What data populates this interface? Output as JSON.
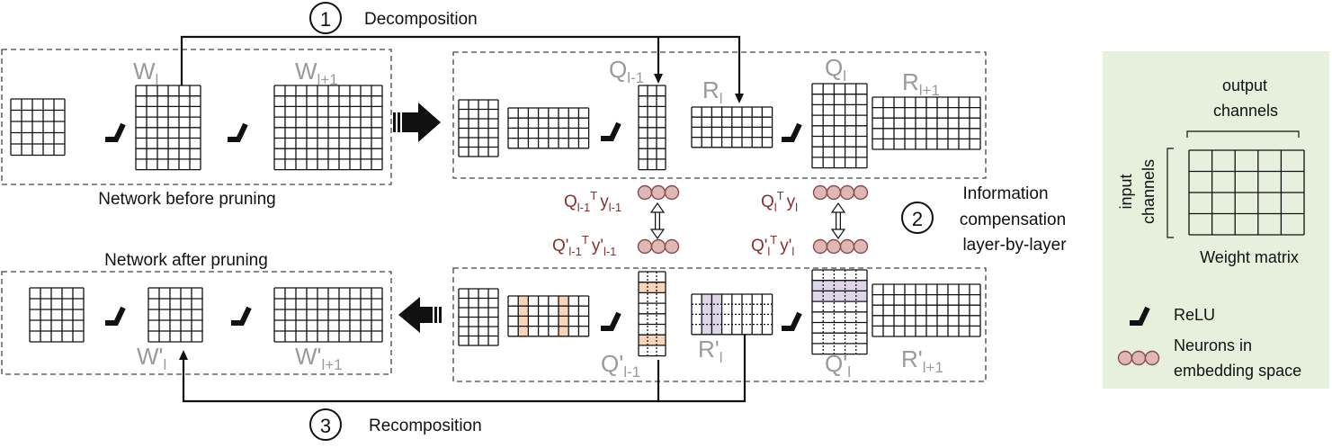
{
  "steps": {
    "decomposition": {
      "number": "1",
      "label": "Decomposition"
    },
    "compensation": {
      "number": "2",
      "label_lines": [
        "Information",
        "compensation",
        "layer-by-layer"
      ]
    },
    "recomposition": {
      "number": "3",
      "label": "Recomposition"
    }
  },
  "before": {
    "caption": "Network before pruning",
    "w_l": {
      "base": "W",
      "sub": "l"
    },
    "w_l1": {
      "base": "W",
      "sub": "l+1"
    }
  },
  "after": {
    "caption": "Network after pruning",
    "w_l": {
      "base": "W'",
      "sub": "l"
    },
    "w_l1": {
      "base": "W'",
      "sub": "l+1"
    }
  },
  "decomposed": {
    "q_prev": {
      "base": "Q",
      "sub": "l-1"
    },
    "r_l": {
      "base": "R",
      "sub": "l"
    },
    "q_l": {
      "base": "Q",
      "sub": "l"
    },
    "r_next": {
      "base": "R",
      "sub": "l+1"
    }
  },
  "pruned": {
    "q_prev": {
      "base": "Q'",
      "sub": "l-1"
    },
    "r_l": {
      "base": "R'",
      "sub": "l"
    },
    "q_l": {
      "base": "Q'",
      "sub": "l"
    },
    "r_next": {
      "base": "R'",
      "sub": "l+1"
    }
  },
  "embeddings": {
    "left_top": {
      "q": "Q",
      "qsub": "l-1",
      "sup": "T",
      "y": "y",
      "ysub": "l-1"
    },
    "left_bottom": {
      "q": "Q'",
      "qsub": "l-1",
      "sup": "T",
      "y": "y'",
      "ysub": "l-1"
    },
    "right_top": {
      "q": "Q",
      "qsub": "l",
      "sup": "T",
      "y": "y",
      "ysub": "l"
    },
    "right_bottom": {
      "q": "Q'",
      "qsub": "l",
      "sup": "T",
      "y": "y'",
      "ysub": "l"
    }
  },
  "legend": {
    "output_channels": [
      "output",
      "channels"
    ],
    "input_channels": [
      "input",
      "channels"
    ],
    "weight_matrix": "Weight matrix",
    "relu": "ReLU",
    "neurons": [
      "Neurons in",
      "embedding space"
    ]
  },
  "colors": {
    "legend_bg": "#e7f0dc",
    "neuron_fill": "#e0b7b7",
    "neuron_stroke": "#8a4a4a",
    "pruned_column": "#f8d4b8",
    "pruned_row": "#ddd5e8",
    "label_gray": "#9a9a9a",
    "label_red": "#8a2f2f"
  },
  "icons": {
    "relu": "relu-icon",
    "neurons": "neuron-circles-icon",
    "forward_arrow": "thick-right-arrow-icon",
    "backward_arrow": "thick-left-arrow-icon",
    "compare": "double-arrow-icon"
  }
}
